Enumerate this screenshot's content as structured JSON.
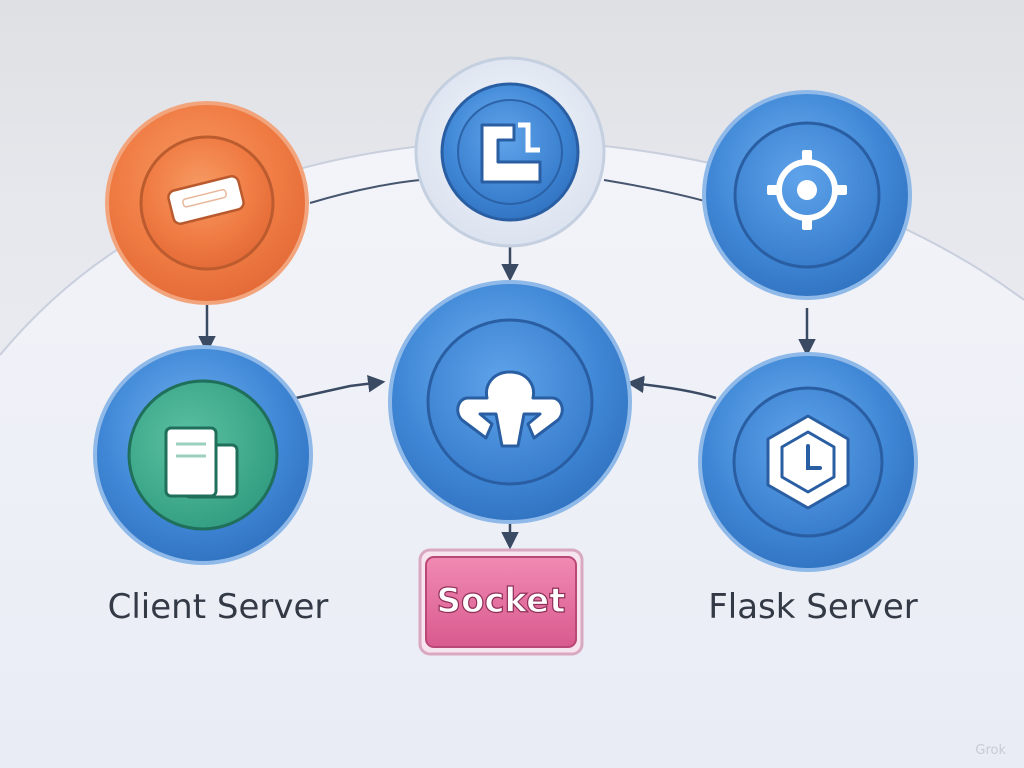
{
  "diagram": {
    "nodes": [
      {
        "id": "client-app",
        "icon": "keyboard-icon",
        "color": "#ef7a42",
        "label": ""
      },
      {
        "id": "storage",
        "icon": "folder-icon",
        "color": "#3f87d6",
        "label": ""
      },
      {
        "id": "settings",
        "icon": "gear-icon",
        "color": "#3f87d6",
        "label": ""
      },
      {
        "id": "client-server",
        "icon": "document-icon",
        "color": "#3f87d6",
        "label": "Client Server"
      },
      {
        "id": "hub",
        "icon": "user-icon",
        "color": "#3f87d6",
        "label": ""
      },
      {
        "id": "flask-server",
        "icon": "clock-hexagon-icon",
        "color": "#3f87d6",
        "label": "Flask Server"
      }
    ],
    "socket": {
      "label": "Socket",
      "color": "#e2679a"
    },
    "watermark": "Grok",
    "colors": {
      "accent_blue": "#3f87d6",
      "accent_orange": "#ef7a42",
      "accent_pink": "#e2679a",
      "accent_green": "#3aa58a",
      "arrow": "#3a4a63",
      "label_text": "#333a45"
    }
  }
}
